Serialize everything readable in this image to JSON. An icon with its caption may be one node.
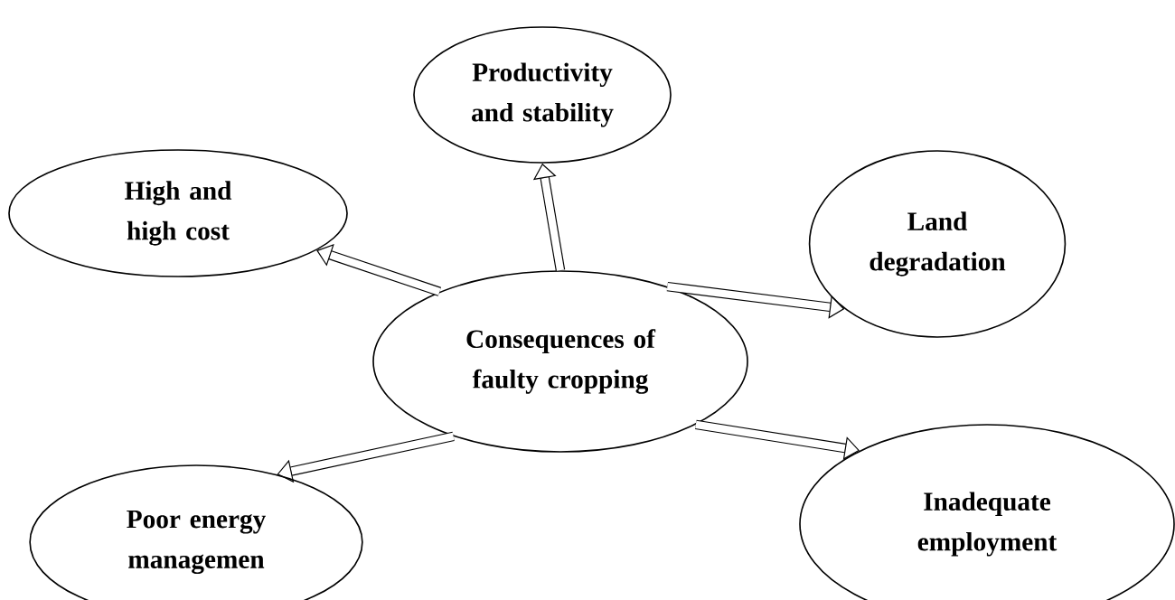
{
  "diagram": {
    "nodes": [
      {
        "text": [
          "Productivity and stability"
        ]
      },
      {
        "text": [
          "High and high cost"
        ]
      },
      {
        "text": [
          "Land degradation"
        ]
      },
      {
        "text": [
          "Consequences of faulty cropping"
        ]
      },
      {
        "text": [
          "Poor energy managemen"
        ]
      },
      {
        "text": [
          "Inadequate employment"
        ]
      }
    ],
    "edges": [
      {
        "from": 3,
        "to": 0,
        "arrow": "to"
      },
      {
        "from": 3,
        "to": 1,
        "arrow": "to"
      },
      {
        "from": 3,
        "to": 2,
        "arrow": "to"
      },
      {
        "from": 3,
        "to": 4,
        "arrow": "to"
      },
      {
        "from": 3,
        "to": 5,
        "arrow": "to"
      }
    ]
  }
}
